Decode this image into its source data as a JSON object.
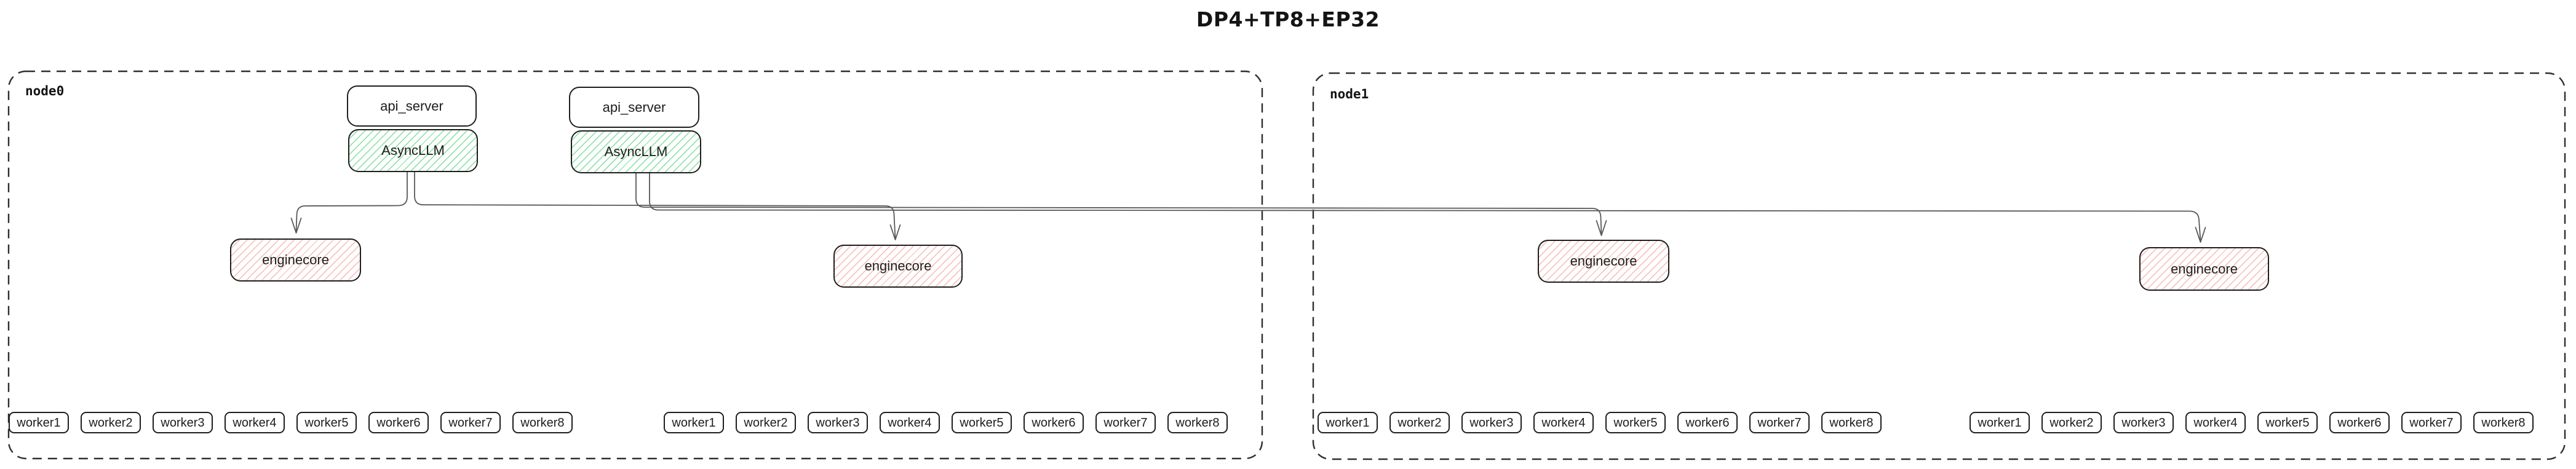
{
  "title": "DP4+TP8+EP32",
  "colors": {
    "green_hatch": "#7fdf9d",
    "red_hatch": "#f6b8b3",
    "wire": "#585858",
    "box_border": "#1e1e1e",
    "node_border": "#2e2e2e",
    "text": "#1d1d1d"
  },
  "nodes": [
    {
      "label": "node0",
      "api_servers": [
        {
          "label": "api_server"
        },
        {
          "label": "api_server"
        }
      ],
      "async_llms": [
        {
          "label": "AsyncLLM"
        },
        {
          "label": "AsyncLLM"
        }
      ],
      "enginecores": [
        {
          "label": "enginecore"
        },
        {
          "label": "enginecore"
        }
      ],
      "worker_groups": [
        [
          "worker1",
          "worker2",
          "worker3",
          "worker4",
          "worker5",
          "worker6",
          "worker7",
          "worker8"
        ],
        [
          "worker1",
          "worker2",
          "worker3",
          "worker4",
          "worker5",
          "worker6",
          "worker7",
          "worker8"
        ]
      ]
    },
    {
      "label": "node1",
      "api_servers": [],
      "async_llms": [],
      "enginecores": [
        {
          "label": "enginecore"
        },
        {
          "label": "enginecore"
        }
      ],
      "worker_groups": [
        [
          "worker1",
          "worker2",
          "worker3",
          "worker4",
          "worker5",
          "worker6",
          "worker7",
          "worker8"
        ],
        [
          "worker1",
          "worker2",
          "worker3",
          "worker4",
          "worker5",
          "worker6",
          "worker7",
          "worker8"
        ]
      ]
    }
  ],
  "edges": [
    {
      "from": "node0.async_llm1",
      "to": "node0.enginecore1"
    },
    {
      "from": "node0.async_llm1",
      "to": "node0.enginecore2"
    },
    {
      "from": "node0.async_llm2",
      "to": "node1.enginecore1"
    },
    {
      "from": "node0.async_llm2",
      "to": "node1.enginecore2"
    }
  ]
}
